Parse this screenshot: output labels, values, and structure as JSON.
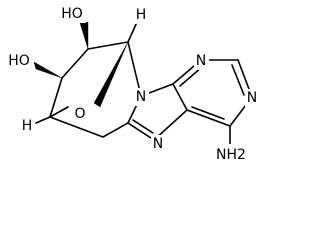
{
  "molecule": {
    "bond_color": "#000000",
    "background_color": "#ffffff",
    "atoms": {
      "oh_top": "HO",
      "oh_left": "HO",
      "h_top": "H",
      "h_left": "H",
      "o_bridge": "O",
      "n9": "N",
      "n7": "N",
      "n1": "N",
      "n3": "N",
      "nh2": "NH2"
    }
  }
}
